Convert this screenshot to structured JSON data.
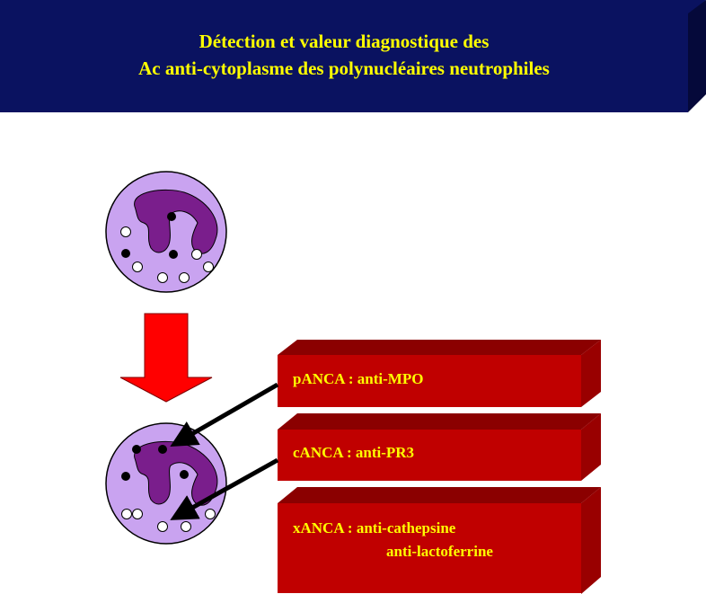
{
  "title": {
    "line1": "Détection et valeur diagnostique des",
    "line2": "Ac anti-cytoplasme des polynucléaires neutrophiles"
  },
  "boxes": [
    {
      "label": "pANCA : anti-MPO"
    },
    {
      "label": "cANCA : anti-PR3"
    },
    {
      "label": "xANCA : anti-cathepsine",
      "label2": "anti-lactoferrine"
    }
  ],
  "colors": {
    "banner": "#0a1260",
    "banner_side": "#05093a",
    "title_text": "#ffff00",
    "box_front": "#c00000",
    "box_top": "#8b0000",
    "box_side": "#990000",
    "cell_body": "#c9a3f0",
    "nucleus": "#7a1e8c",
    "down_arrow": "#ff0000"
  }
}
